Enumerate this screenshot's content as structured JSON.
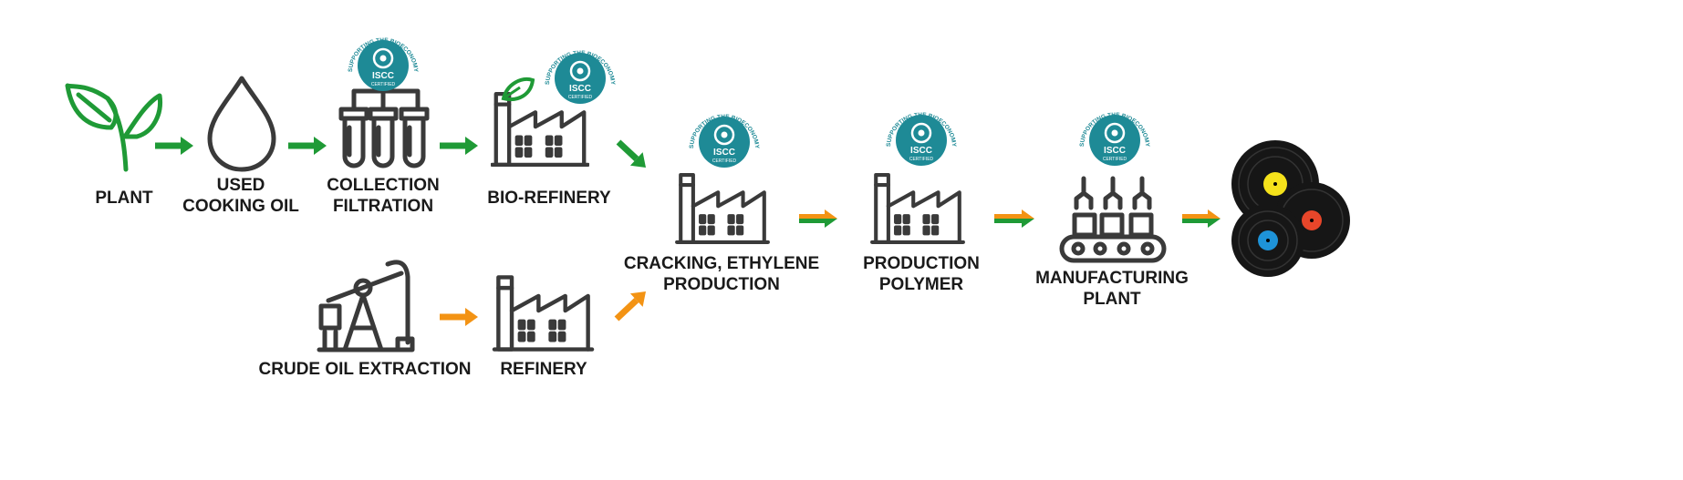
{
  "steps": {
    "plant": {
      "lines": [
        "PLANT"
      ]
    },
    "used_cooking_oil": {
      "lines": [
        "USED",
        "COOKING OIL"
      ]
    },
    "collection_filtration": {
      "lines": [
        "COLLECTION",
        "FILTRATION"
      ]
    },
    "bio_refinery": {
      "lines": [
        "BIO-REFINERY"
      ]
    },
    "crude_oil_extraction": {
      "lines": [
        "CRUDE OIL EXTRACTION"
      ]
    },
    "refinery": {
      "lines": [
        "REFINERY"
      ]
    },
    "cracking": {
      "lines": [
        "CRACKING, ETHYLENE",
        "PRODUCTION"
      ]
    },
    "production_polymer": {
      "lines": [
        "PRODUCTION",
        "POLYMER"
      ]
    },
    "manufacturing_plant": {
      "lines": [
        "MANUFACTURING",
        "PLANT"
      ]
    }
  },
  "badge": {
    "arc_text": "SUPPORTING THE BIOECONOMY",
    "name": "ISCC",
    "sub": "CERTIFIED"
  },
  "colors": {
    "green": "#1f9a36",
    "orange": "#f39314",
    "teal": "#1e8a96",
    "icon_stroke": "#3a3a3a",
    "record_yellow": "#f5e21b",
    "record_blue": "#1e93d8",
    "record_red": "#e8462a"
  },
  "icons": {
    "plant": "sprout-icon",
    "used_cooking_oil": "oil-drop-icon",
    "collection_filtration": "test-tubes-icon",
    "bio_refinery": "factory-icon",
    "crude_oil_extraction": "oil-pump-icon",
    "manufacturing_plant": "conveyor-robot-icon",
    "final_product": "vinyl-records-icon"
  }
}
